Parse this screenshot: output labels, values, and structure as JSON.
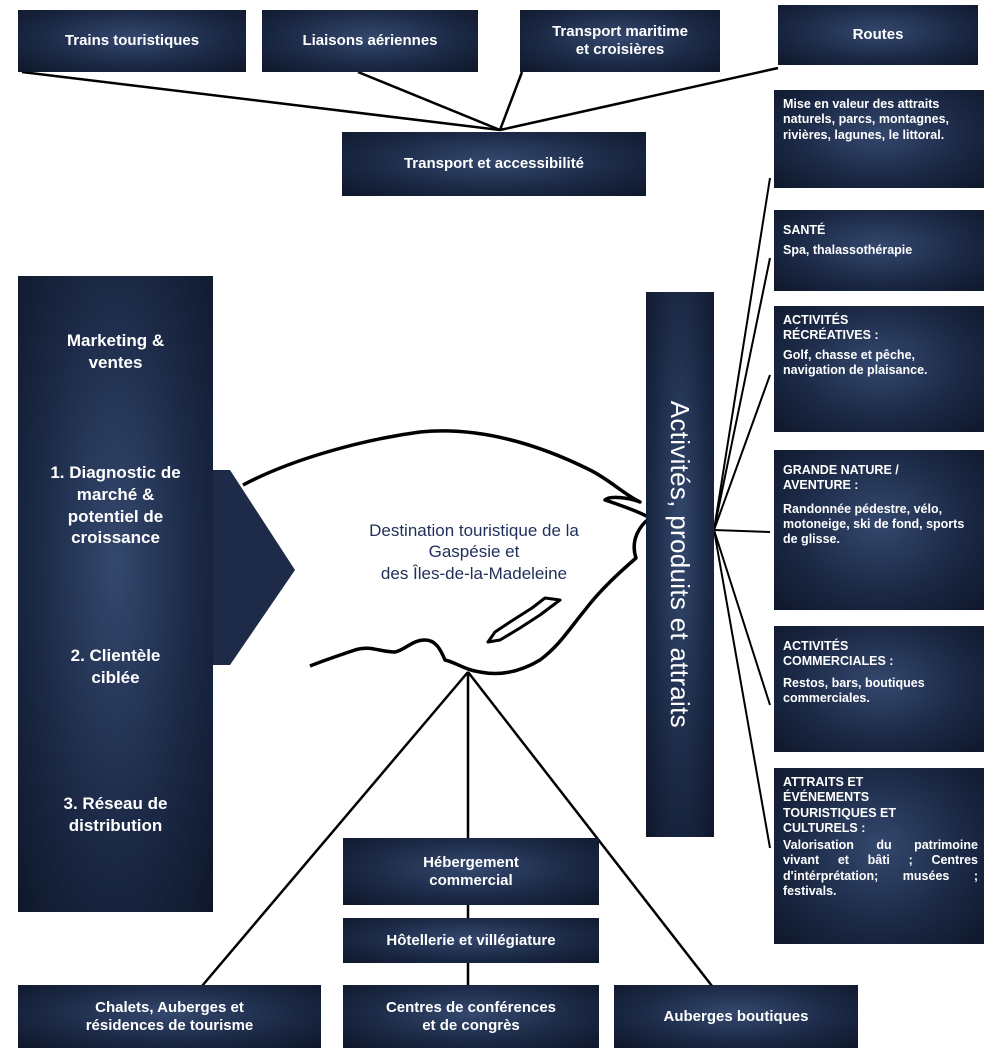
{
  "transport": {
    "top": [
      "Trains touristiques",
      "Liaisons aériennes",
      "Transport maritime\net croisières",
      "Routes"
    ],
    "hub": "Transport et accessibilité"
  },
  "marketing": {
    "title": "Marketing &\nventes",
    "items": [
      "1. Diagnostic de\nmarché &\npotentiel de\ncroissance",
      "2. Clientèle\nciblée",
      "3. Réseau de\ndistribution"
    ]
  },
  "destination": "Destination touristique de la\nGaspésie et\ndes Îles-de-la-Madeleine",
  "activities": {
    "title": "Activités, produits et attraits",
    "items": [
      {
        "title": "",
        "body": "Mise en valeur des attraits naturels, parcs, montagnes, rivières, lagunes, le littoral."
      },
      {
        "title": "SANTÉ",
        "body": "Spa, thalassothérapie"
      },
      {
        "title": "ACTIVITÉS\nRÉCRÉATIVES :",
        "body": "Golf, chasse et pêche, navigation de plaisance."
      },
      {
        "title": "GRANDE NATURE /\nAVENTURE :",
        "body": "Randonnée pédestre, vélo, motoneige, ski de fond, sports de glisse."
      },
      {
        "title": "ACTIVITÉS\nCOMMERCIALES :",
        "body": "Restos, bars, boutiques commerciales."
      },
      {
        "title": "ATTRAITS ET\nÉVÉNEMENTS\nTOURISTIQUES ET\nCULTURELS :",
        "body": "Valorisation du patrimoine vivant et bâti ; Centres d'intérprétation; musées ; festivals."
      }
    ]
  },
  "lodging": {
    "hub": "Hébergement\ncommercial",
    "mid": "Hôtellerie et villégiature",
    "bottom": [
      "Chalets, Auberges et\nrésidences de tourisme",
      "Centres de conférences\net de congrès",
      "Auberges boutiques"
    ]
  },
  "colors": {
    "box_dark": "#1c2a47",
    "box_light": "#34486e",
    "destination_text": "#1f2f5a",
    "line": "#000000"
  }
}
